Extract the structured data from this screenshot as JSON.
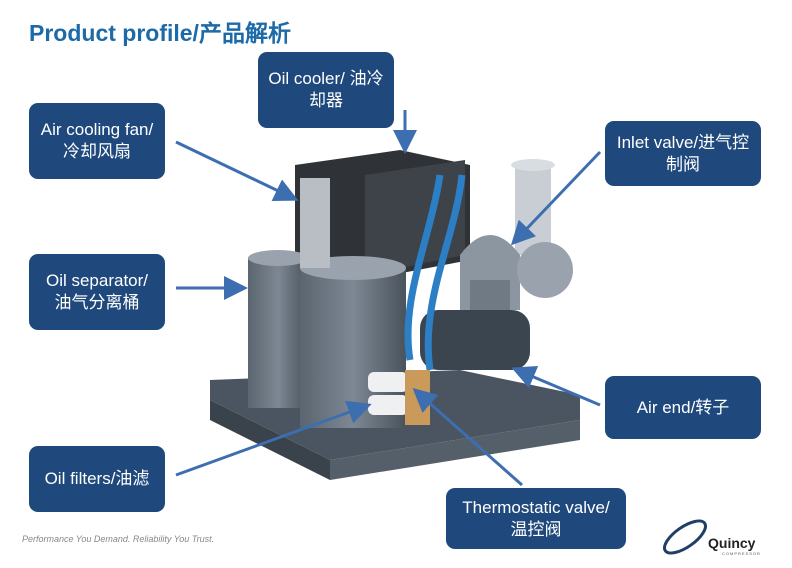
{
  "title": "Product profile/产品解析",
  "callouts": {
    "oil_cooler": "Oil cooler/ 油冷却器",
    "air_cooling_fan": "Air cooling fan/冷却风扇",
    "oil_separator": "Oil separator/ 油气分离桶",
    "oil_filters": "Oil filters/油滤",
    "inlet_valve": "Inlet valve/进气控制阀",
    "air_end": "Air end/转子",
    "thermostatic_valve": "Thermostatic valve/温控阀"
  },
  "footer": "Performance You Demand.  Reliability You Trust.",
  "logo": {
    "name": "Quincy",
    "sub": "COMPRESSOR"
  },
  "colors": {
    "callout_bg": "#1f497d",
    "title": "#1c6aa8",
    "arrow": "#3d6fb0"
  }
}
